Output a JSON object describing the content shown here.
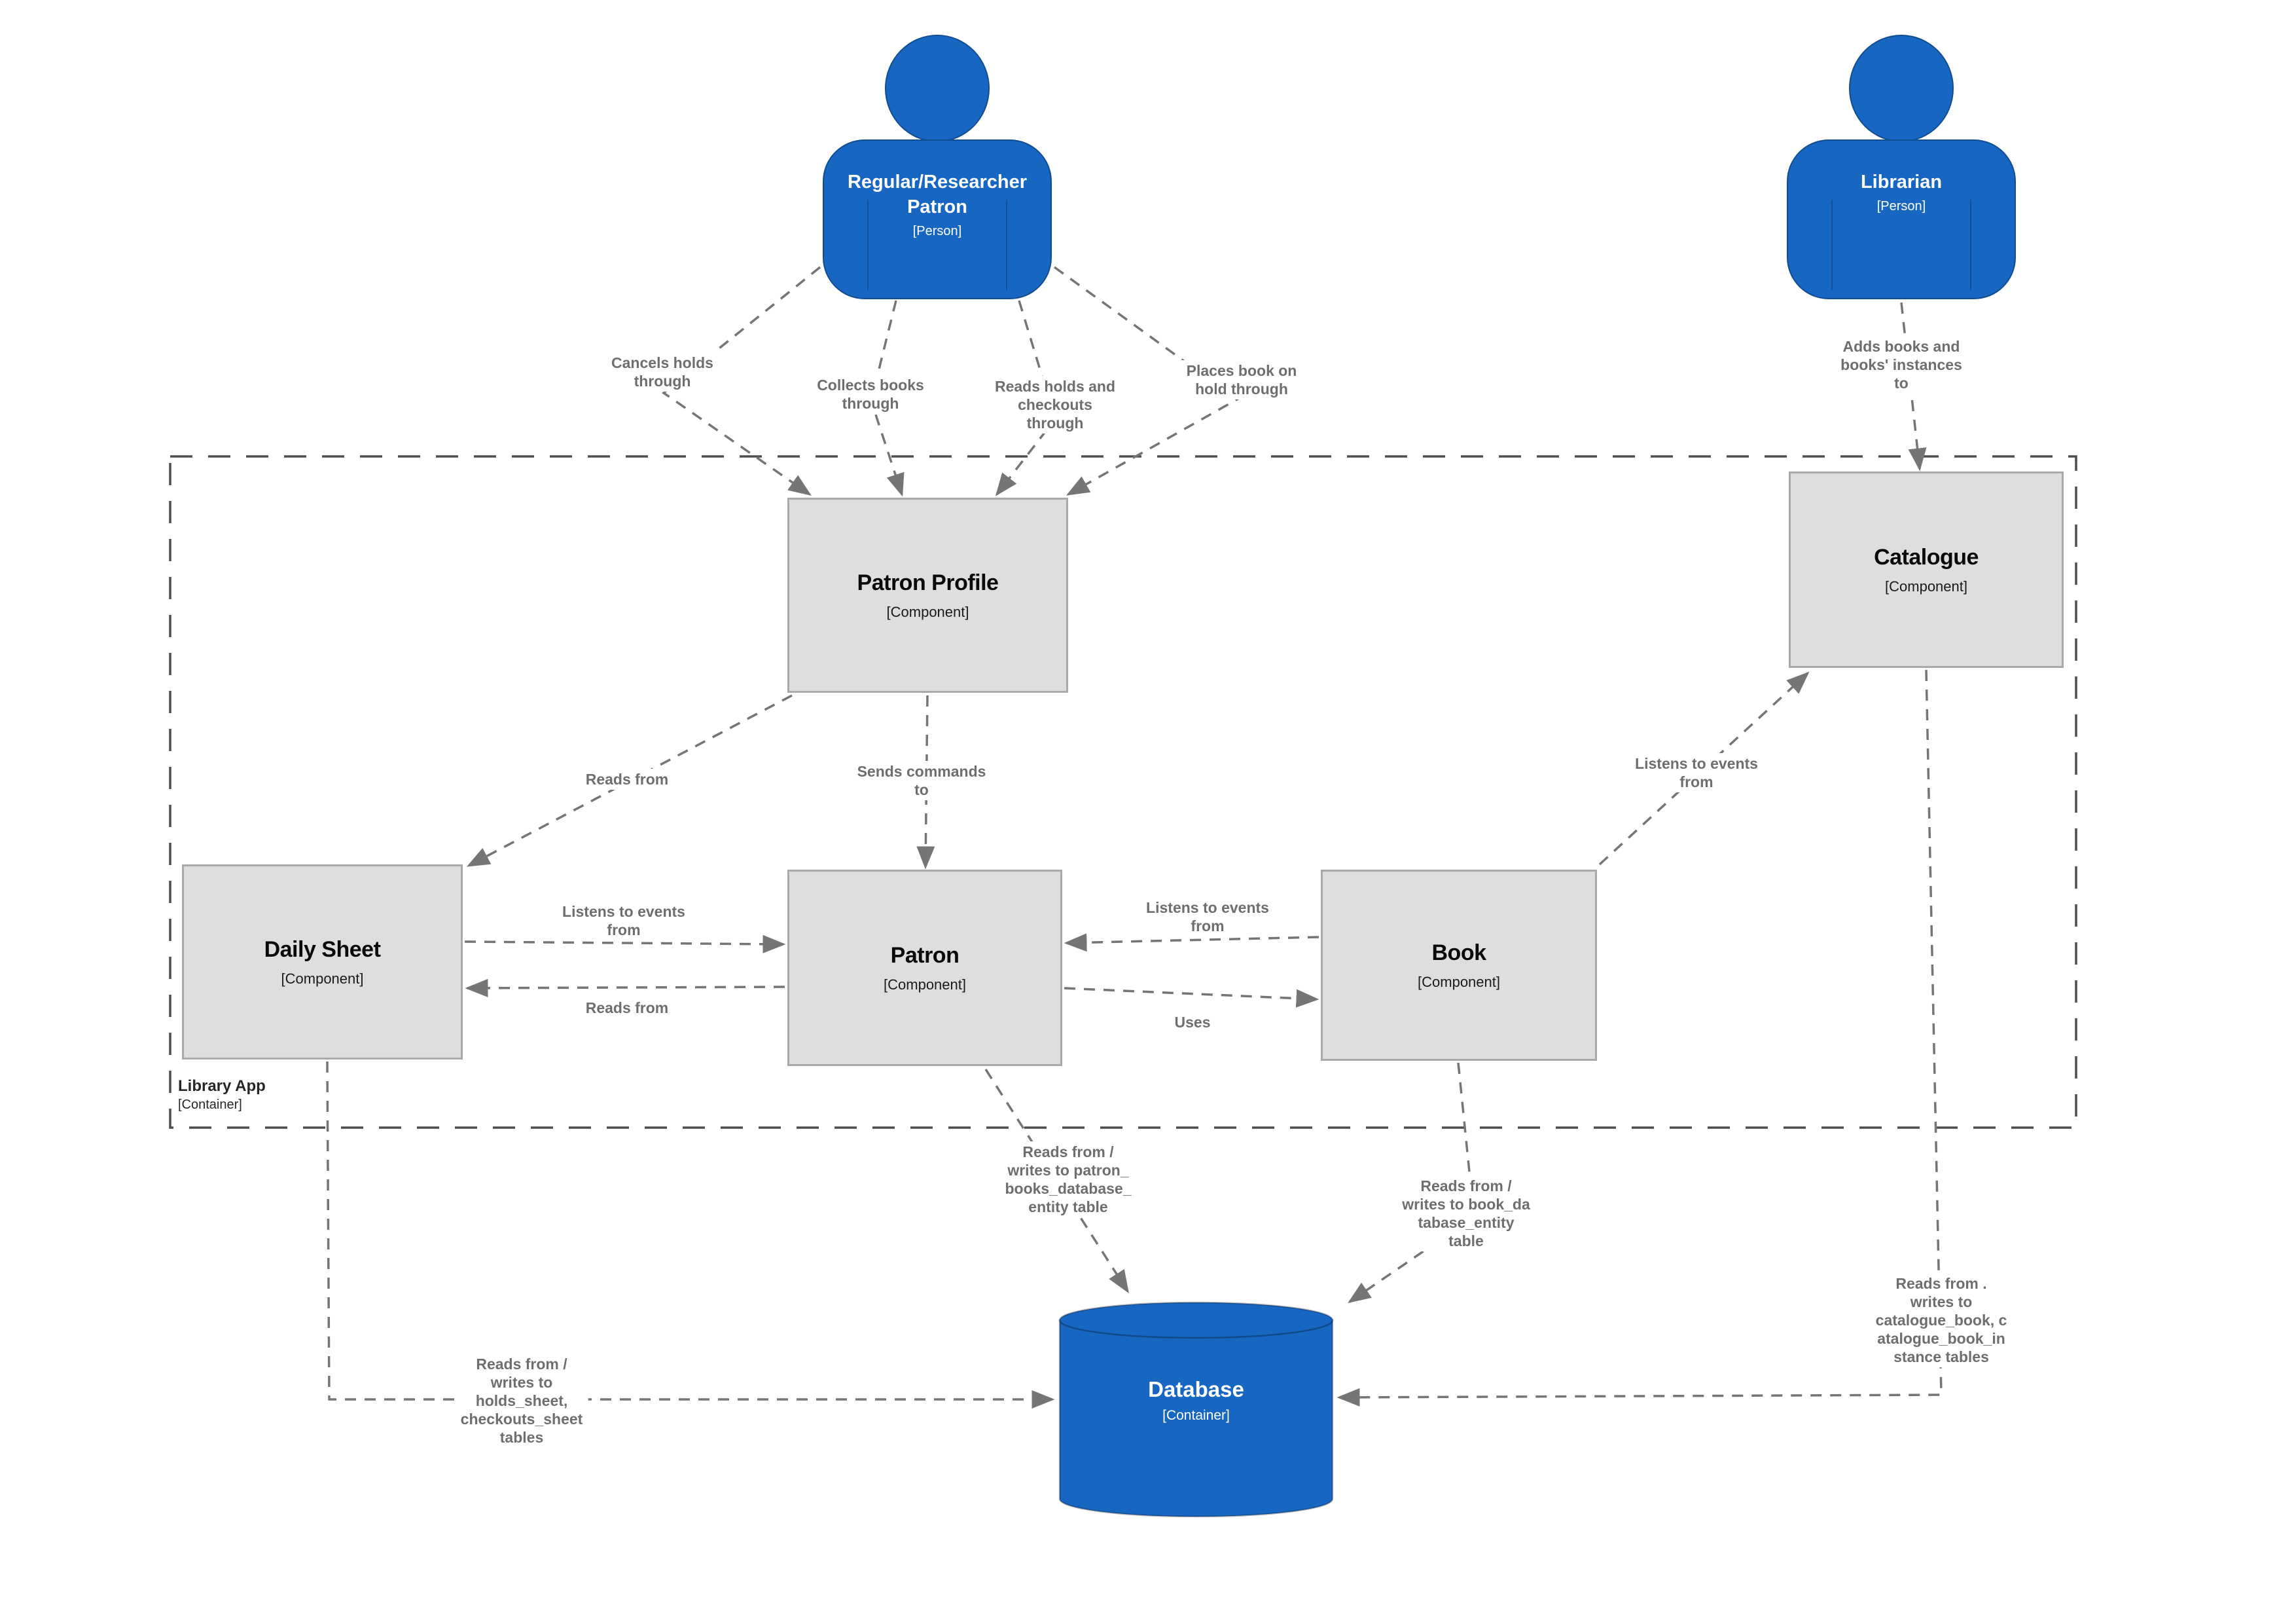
{
  "diagram_type": "C4 component diagram",
  "colors": {
    "node_blue": "#1766C1",
    "component_fill": "#DEDEDE",
    "component_border": "#A9A9A9",
    "edge_color": "#757575",
    "edge_label_color": "#6E6E6E",
    "boundary_color": "#4D4D4D"
  },
  "boundary": {
    "name": "Library App",
    "type": "[Container]"
  },
  "nodes": {
    "patron_person": {
      "name": "Regular/Researcher Patron",
      "type": "[Person]"
    },
    "librarian": {
      "name": "Librarian",
      "type": "[Person]"
    },
    "patron_profile": {
      "name": "Patron Profile",
      "type": "[Component]"
    },
    "catalogue": {
      "name": "Catalogue",
      "type": "[Component]"
    },
    "daily_sheet": {
      "name": "Daily Sheet",
      "type": "[Component]"
    },
    "patron": {
      "name": "Patron",
      "type": "[Component]"
    },
    "book": {
      "name": "Book",
      "type": "[Component]"
    },
    "database": {
      "name": "Database",
      "type": "[Container]"
    }
  },
  "edges": {
    "cancels_holds": "Cancels holds\nthrough",
    "collects_books": "Collects books\nthrough",
    "reads_holds_checkouts": "Reads holds and\ncheckouts\nthrough",
    "places_book_on_hold": "Places book on\nhold through",
    "adds_books": "Adds books and\nbooks' instances\nto",
    "pp_reads_daily_sheet": "Reads from",
    "pp_sends_commands": "Sends commands\nto",
    "ds_listens_patron": "Listens to events\nfrom",
    "patron_reads_ds": "Reads from",
    "book_listens_patron": "Listens to events\nfrom",
    "patron_uses_book": "Uses",
    "book_listens_catalogue": "Listens to events\nfrom",
    "patron_db": "Reads from /\nwrites to patron_\nbooks_database_\nentity table",
    "book_db": "Reads from /\nwrites to book_da\ntabase_entity\ntable",
    "catalogue_db": "Reads from .\nwrites to\ncatalogue_book, c\natalogue_book_in\nstance tables",
    "daily_sheet_db": "Reads from /\nwrites to\nholds_sheet,\ncheckouts_sheet\ntables"
  }
}
